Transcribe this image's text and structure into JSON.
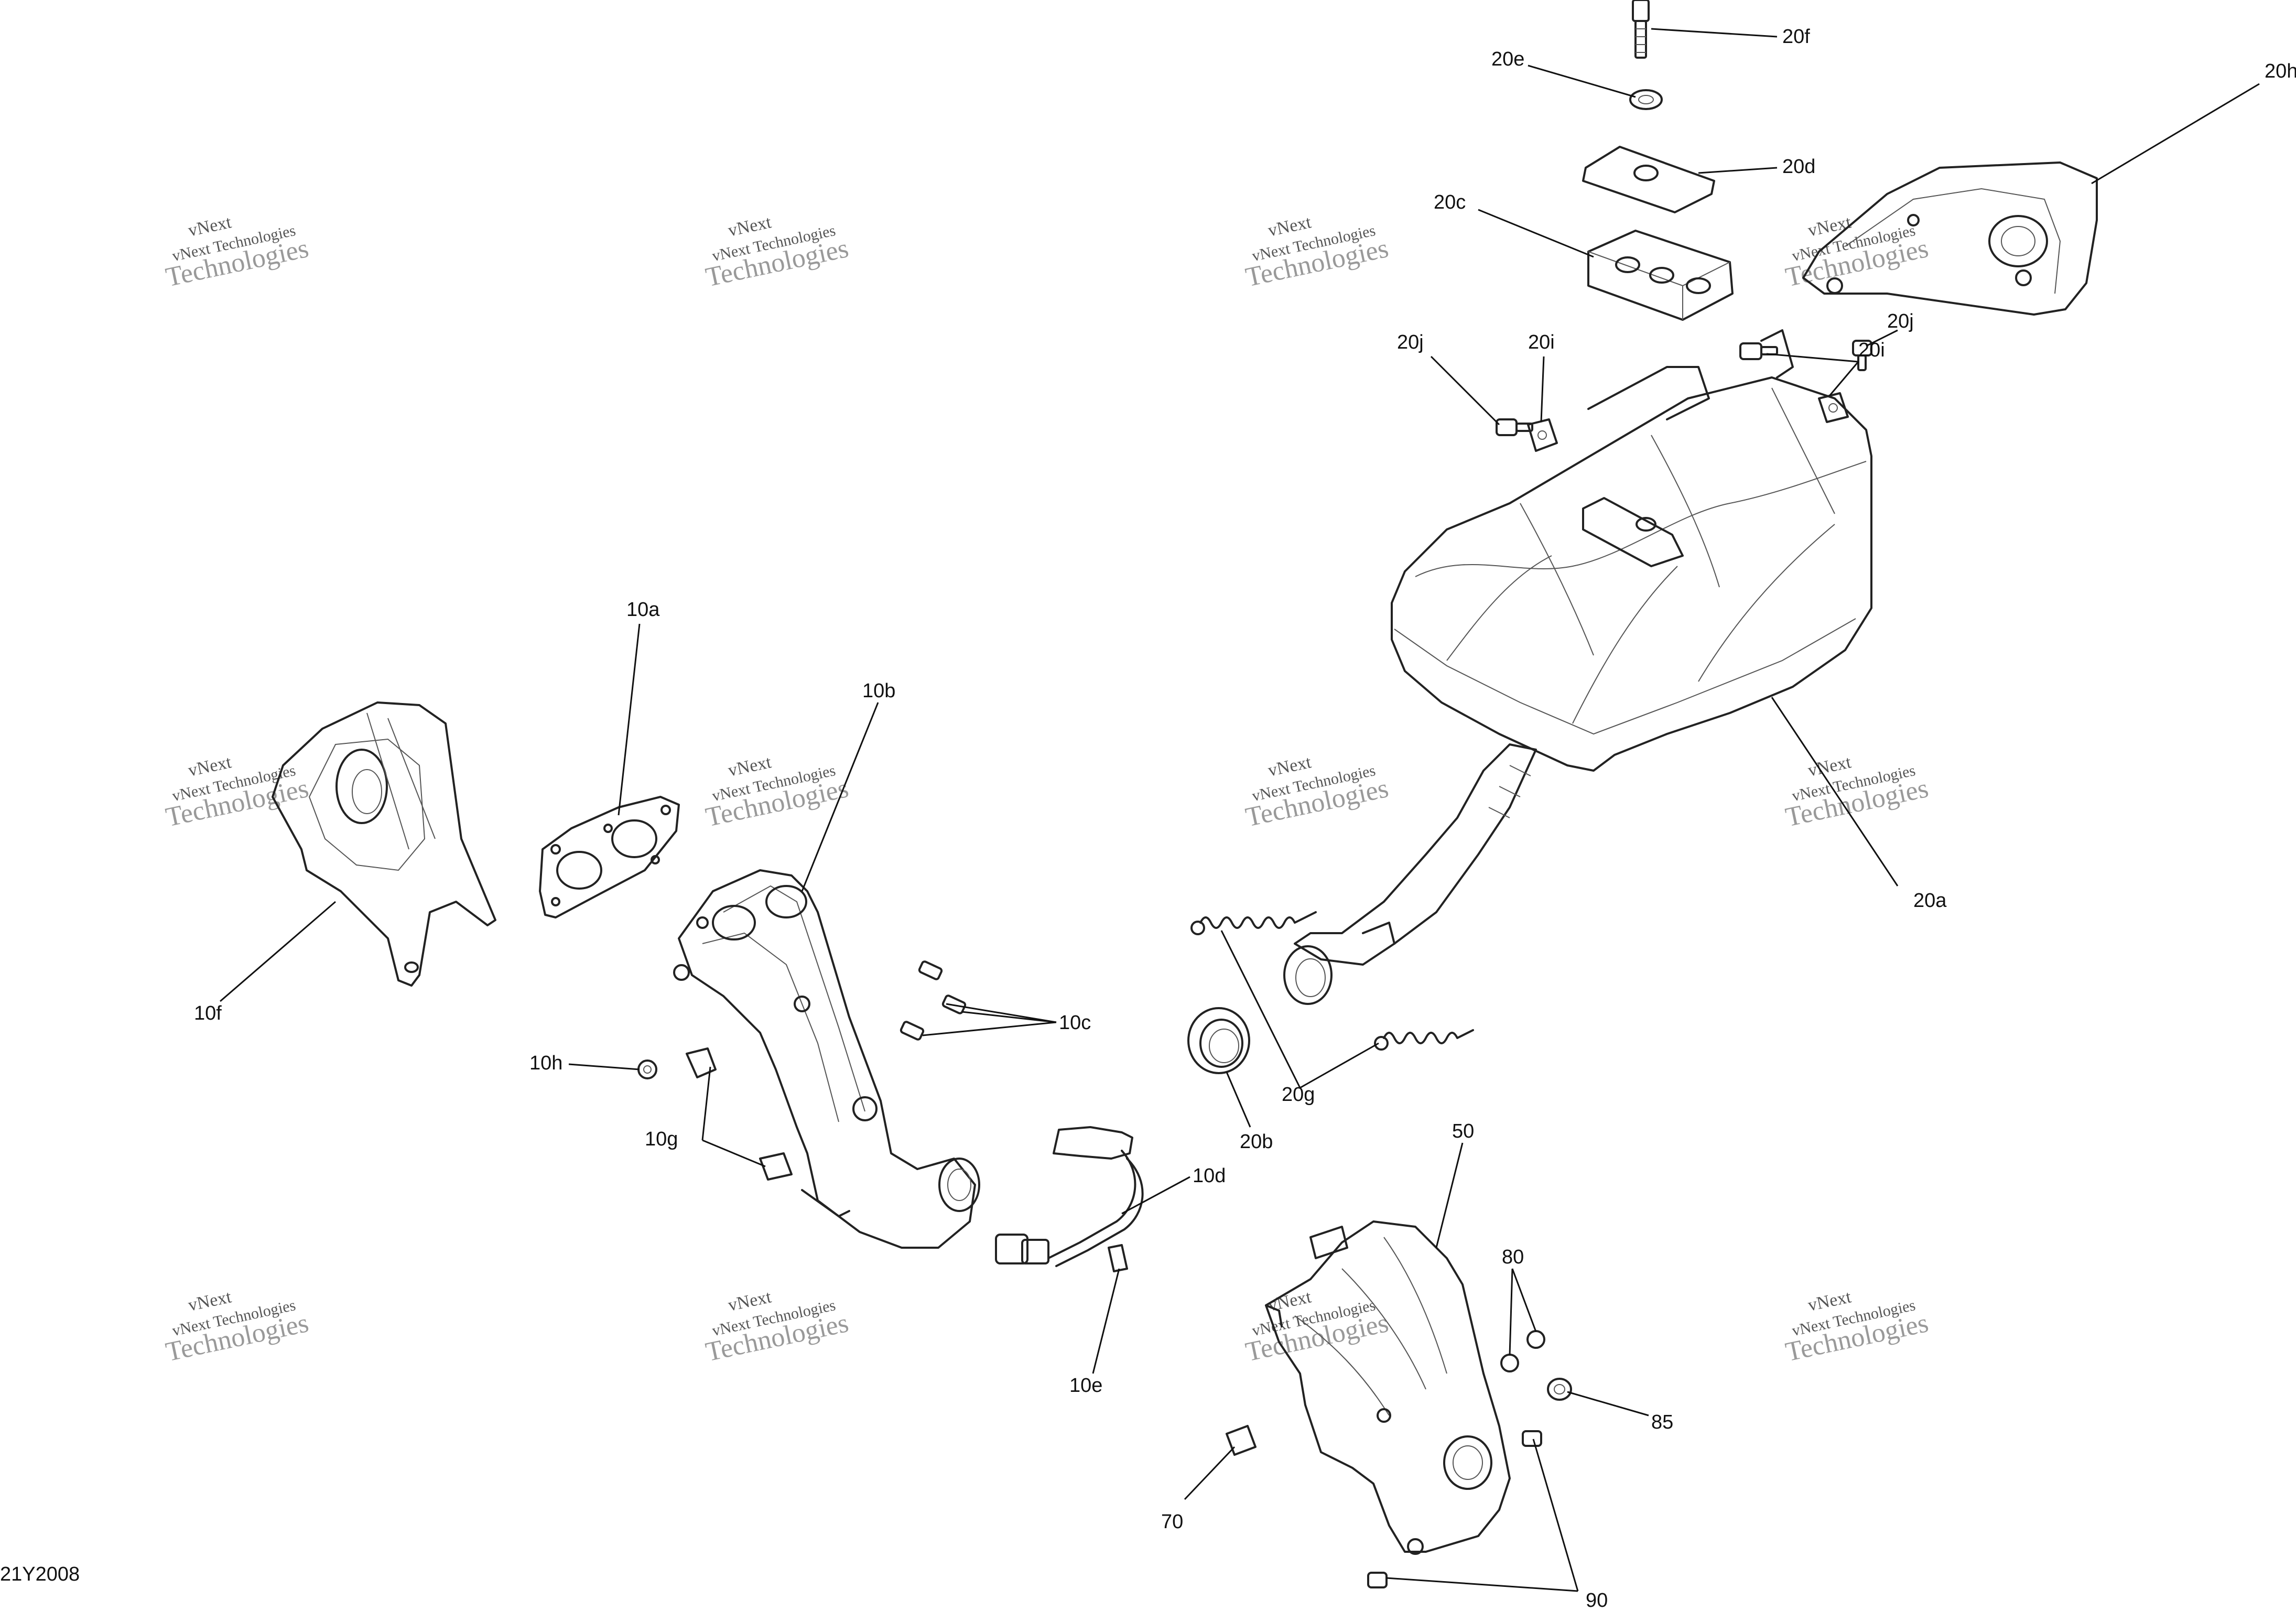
{
  "diagram_code": "21Y2008",
  "watermark": {
    "line1": "vNext Technologies",
    "line2": "vNext",
    "line3": "Technologies"
  },
  "callouts": {
    "c10a": "10a",
    "c10b": "10b",
    "c10c": "10c",
    "c10d": "10d",
    "c10e": "10e",
    "c10f": "10f",
    "c10g": "10g",
    "c10h": "10h",
    "c20a": "20a",
    "c20b": "20b",
    "c20c": "20c",
    "c20d": "20d",
    "c20e": "20e",
    "c20f": "20f",
    "c20g": "20g",
    "c20h": "20h",
    "c20i_left": "20i",
    "c20i_right": "20i",
    "c20j_left": "20j",
    "c20j_right": "20j",
    "c50": "50",
    "c70": "70",
    "c80": "80",
    "c85": "85",
    "c90": "90"
  }
}
